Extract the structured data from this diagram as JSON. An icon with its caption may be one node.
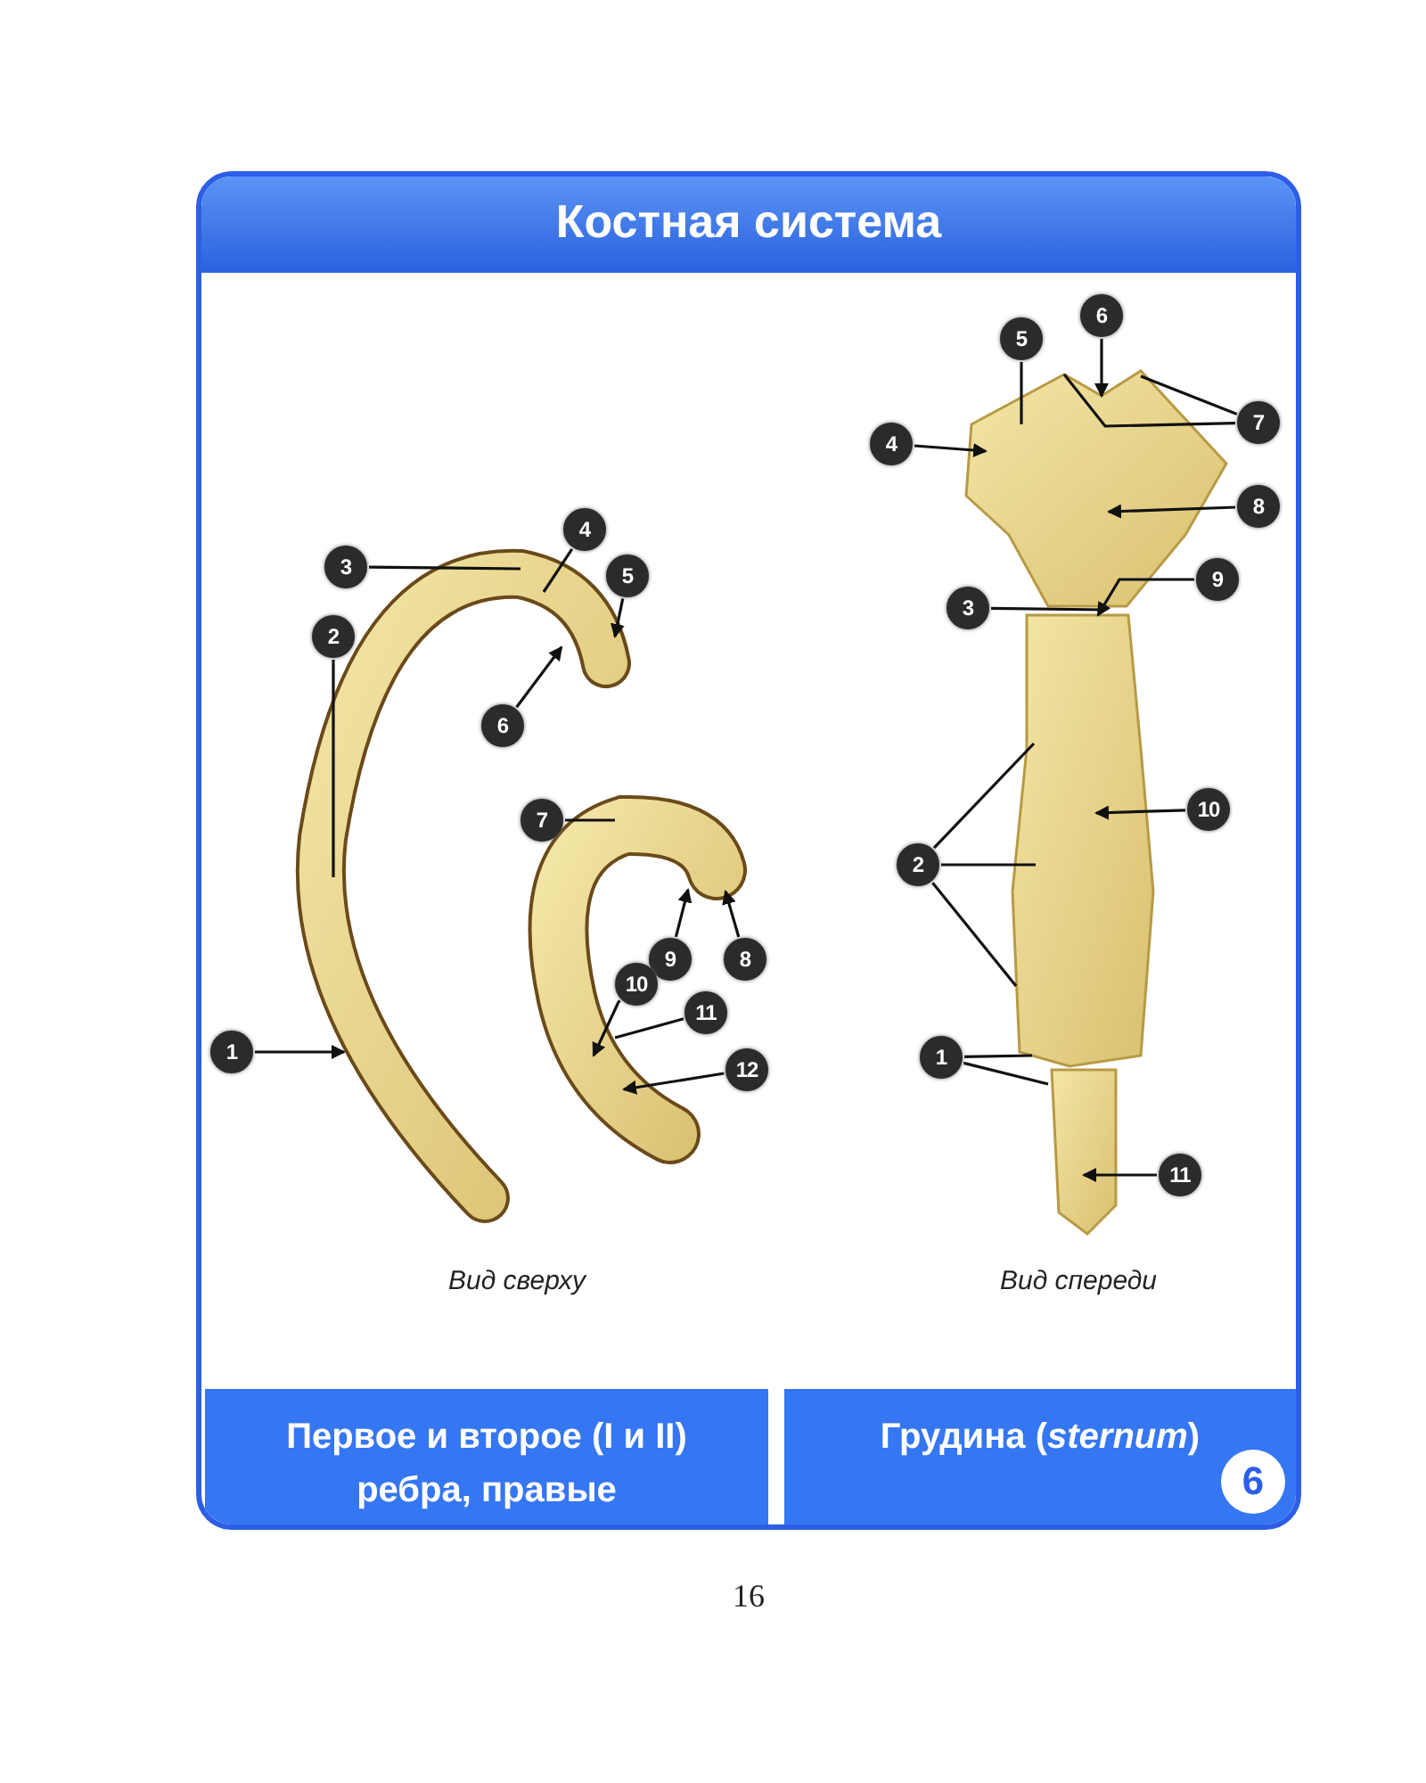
{
  "diagram": {
    "title": "Костная система",
    "nodes": [
      {
        "text": [
          "1"
        ]
      },
      {
        "text": [
          "2"
        ]
      },
      {
        "text": [
          "3"
        ]
      },
      {
        "text": [
          "4"
        ]
      },
      {
        "text": [
          "5"
        ]
      },
      {
        "text": [
          "6"
        ]
      },
      {
        "text": [
          "7"
        ]
      },
      {
        "text": [
          "8"
        ]
      },
      {
        "text": [
          "9"
        ]
      },
      {
        "text": [
          "10"
        ]
      },
      {
        "text": [
          "11"
        ]
      },
      {
        "text": [
          "12"
        ]
      },
      {
        "text": [
          "1"
        ]
      },
      {
        "text": [
          "2"
        ]
      },
      {
        "text": [
          "3"
        ]
      },
      {
        "text": [
          "4"
        ]
      },
      {
        "text": [
          "5"
        ]
      },
      {
        "text": [
          "6"
        ]
      },
      {
        "text": [
          "7"
        ]
      },
      {
        "text": [
          "8"
        ]
      },
      {
        "text": [
          "9"
        ]
      },
      {
        "text": [
          "10"
        ]
      },
      {
        "text": [
          "11"
        ]
      },
      {
        "text": [
          "Первое и второе (I и II) ребра, правые"
        ]
      },
      {
        "text": [
          "Грудина (*sternum*)"
        ]
      },
      {
        "text": [
          "6"
        ],
        "in": 24
      }
    ],
    "edges": [
      {
        "from": 0,
        "to": null,
        "arrow": "to"
      },
      {
        "from": 1,
        "to": null,
        "arrow": "none"
      },
      {
        "from": 2,
        "to": null,
        "arrow": "none"
      },
      {
        "from": 3,
        "to": null,
        "arrow": "none"
      },
      {
        "from": 4,
        "to": null,
        "arrow": "to"
      },
      {
        "from": 5,
        "to": null,
        "arrow": "to"
      },
      {
        "from": 6,
        "to": null,
        "arrow": "none"
      },
      {
        "from": 7,
        "to": null,
        "arrow": "to"
      },
      {
        "from": 8,
        "to": null,
        "arrow": "to"
      },
      {
        "from": 9,
        "to": null,
        "arrow": "to"
      },
      {
        "from": 10,
        "to": null,
        "arrow": "none"
      },
      {
        "from": 11,
        "to": null,
        "arrow": "to"
      },
      {
        "from": 12,
        "to": null,
        "arrow": "none"
      },
      {
        "from": 12,
        "to": null,
        "arrow": "none"
      },
      {
        "from": 13,
        "to": null,
        "arrow": "none"
      },
      {
        "from": 13,
        "to": null,
        "arrow": "none"
      },
      {
        "from": 13,
        "to": null,
        "arrow": "none"
      },
      {
        "from": 14,
        "to": null,
        "arrow": "none"
      },
      {
        "from": 15,
        "to": null,
        "arrow": "to"
      },
      {
        "from": 16,
        "to": null,
        "arrow": "none"
      },
      {
        "from": 17,
        "to": null,
        "arrow": "to"
      },
      {
        "from": 18,
        "to": null,
        "arrow": "none"
      },
      {
        "from": 18,
        "to": null,
        "arrow": "none"
      },
      {
        "from": 19,
        "to": null,
        "arrow": "to"
      },
      {
        "from": 20,
        "to": null,
        "arrow": "to"
      },
      {
        "from": 21,
        "to": null,
        "arrow": "to"
      },
      {
        "from": 22,
        "to": null,
        "arrow": "to"
      }
    ],
    "labels": [
      "Вид сверху",
      "Вид спереди",
      "16"
    ]
  }
}
